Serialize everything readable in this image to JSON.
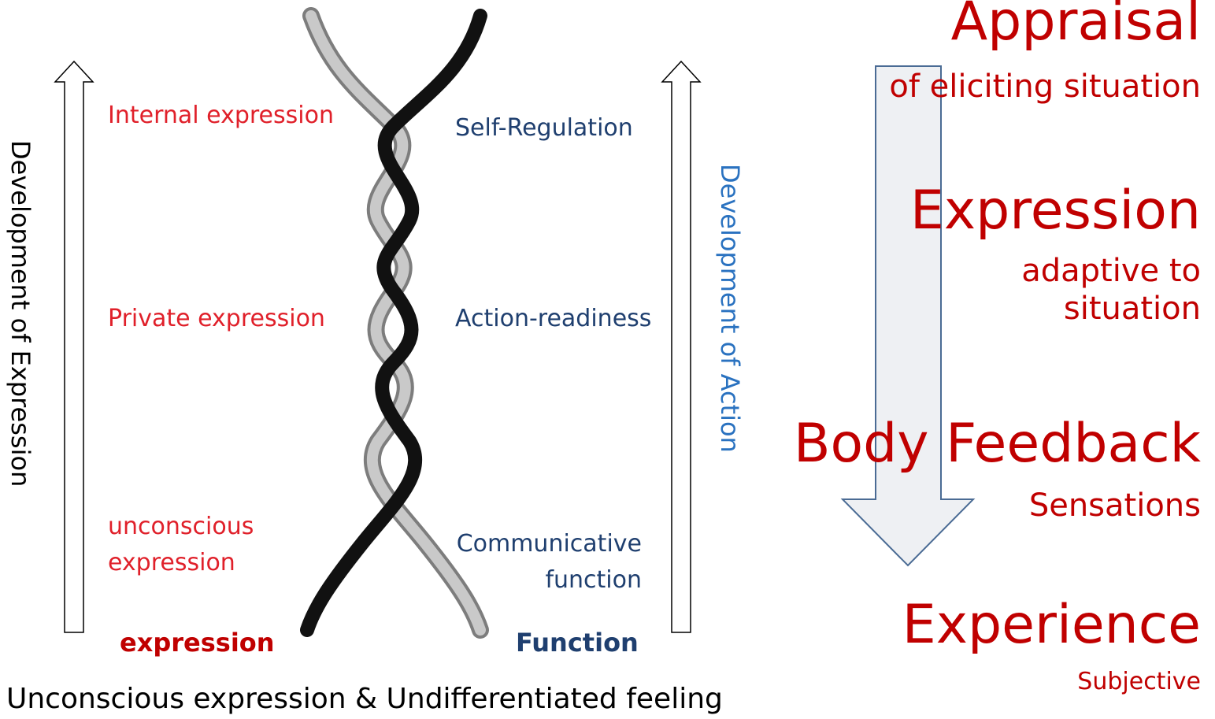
{
  "left": {
    "axis_label": "Development of Expression",
    "items": [
      "Internal expression",
      "Private expression",
      "unconscious expression"
    ],
    "bottom": "expression"
  },
  "middle": {
    "items": [
      "Self-Regulation",
      "Action-readiness",
      "Communicative function"
    ],
    "bottom": "Function"
  },
  "right_axis_label": "Development of Action",
  "stages": [
    {
      "title": "Appraisal",
      "subtitle": "of eliciting situation"
    },
    {
      "title": "Expression",
      "subtitle": "adaptive to situation"
    },
    {
      "title": "Body Feedback",
      "subtitle": "Sensations"
    },
    {
      "title": "Experience",
      "subtitle": "Subjective"
    }
  ],
  "caption": "Unconscious expression & Undifferentiated feeling",
  "colors": {
    "expression": "#e0202a",
    "function": "#1f3f6f",
    "stage": "#c00000",
    "action_axis": "#2a72c0"
  }
}
